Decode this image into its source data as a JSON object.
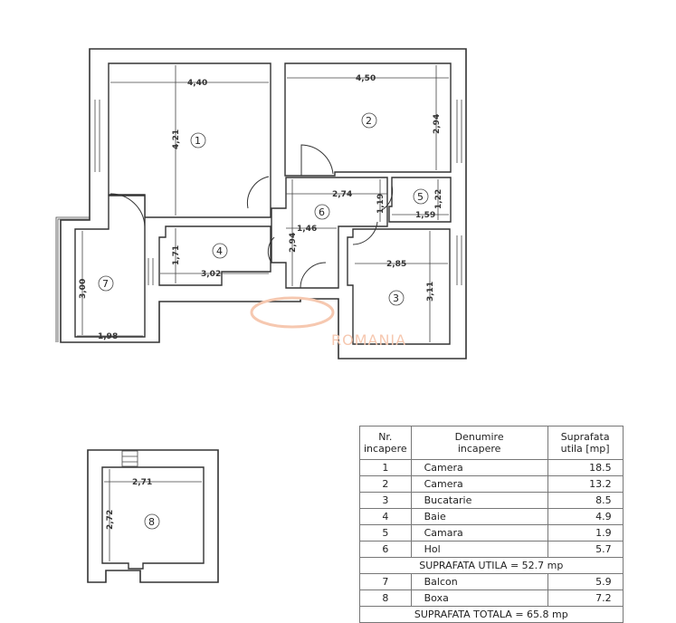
{
  "plan": {
    "rooms": [
      {
        "number": "1",
        "dims": [
          "4,40",
          "4,21"
        ]
      },
      {
        "number": "2",
        "dims": [
          "4,50",
          "2,94"
        ]
      },
      {
        "number": "3",
        "dims": [
          "2,85",
          "3,11"
        ]
      },
      {
        "number": "4",
        "dims": [
          "3,02",
          "1,71"
        ]
      },
      {
        "number": "5",
        "dims": [
          "1,59",
          "1,22"
        ]
      },
      {
        "number": "6",
        "dims": [
          "2,74",
          "1,46",
          "2,94",
          "1,19"
        ]
      },
      {
        "number": "7",
        "dims": [
          "1,98",
          "3,00"
        ]
      },
      {
        "number": "8",
        "dims": [
          "2,71",
          "2,72"
        ]
      }
    ],
    "watermark": "ROMANIA"
  },
  "table": {
    "headers": [
      "Nr. incapere",
      "Denumire incapere",
      "Suprafata utila [mp]"
    ],
    "header_lines": [
      [
        "Nr.",
        "incapere"
      ],
      [
        "Denumire",
        "incapere"
      ],
      [
        "Suprafata",
        "utila [mp]"
      ]
    ],
    "rows": [
      {
        "nr": "1",
        "name": "Camera",
        "area": "18.5"
      },
      {
        "nr": "2",
        "name": "Camera",
        "area": "13.2"
      },
      {
        "nr": "3",
        "name": "Bucatarie",
        "area": "8.5"
      },
      {
        "nr": "4",
        "name": "Baie",
        "area": "4.9"
      },
      {
        "nr": "5",
        "name": "Camara",
        "area": "1.9"
      },
      {
        "nr": "6",
        "name": "Hol",
        "area": "5.7"
      }
    ],
    "subtotal": "SUPRAFATA UTILA = 52.7 mp",
    "extra_rows": [
      {
        "nr": "7",
        "name": "Balcon",
        "area": "5.9"
      },
      {
        "nr": "8",
        "name": "Boxa",
        "area": "7.2"
      }
    ],
    "total": "SUPRAFATA TOTALA = 65.8 mp"
  }
}
